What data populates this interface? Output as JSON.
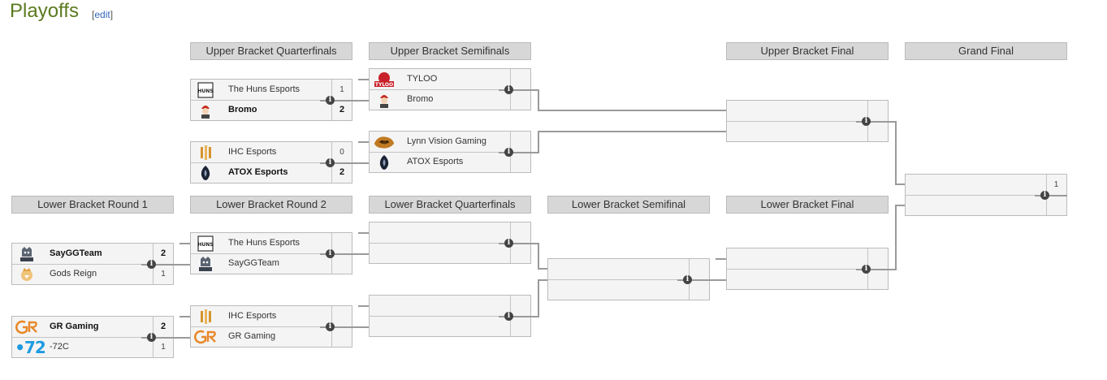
{
  "page": {
    "title": "Playoffs",
    "edit_label": "edit",
    "edit_bracket_open": "[",
    "edit_bracket_close": "]"
  },
  "headers": {
    "ubqf": "Upper Bracket Quarterfinals",
    "ubsf": "Upper Bracket Semifinals",
    "ubf": "Upper Bracket Final",
    "gf": "Grand Final",
    "lbr1": "Lower Bracket Round 1",
    "lbr2": "Lower Bracket Round 2",
    "lbqf": "Lower Bracket Quarterfinals",
    "lbsf": "Lower Bracket Semifinal",
    "lbf": "Lower Bracket Final"
  },
  "info_glyph": "i",
  "matches": {
    "ubqf1": {
      "t1": "The Huns Esports",
      "s1": "1",
      "t2": "Bromo",
      "s2": "2"
    },
    "ubqf2": {
      "t1": "IHC Esports",
      "s1": "0",
      "t2": "ATOX Esports",
      "s2": "2"
    },
    "ubsf1": {
      "t1": "TYLOO",
      "t2": "Bromo"
    },
    "ubsf2": {
      "t1": "Lynn Vision Gaming",
      "t2": "ATOX Esports"
    },
    "lbr1_1": {
      "t1": "SayGGTeam",
      "s1": "2",
      "t2": "Gods Reign",
      "s2": "1"
    },
    "lbr1_2": {
      "t1": "GR Gaming",
      "s1": "2",
      "t2": "-72C",
      "s2": "1"
    },
    "lbr2_1": {
      "t1": "The Huns Esports",
      "t2": "SayGGTeam"
    },
    "lbr2_2": {
      "t1": "IHC Esports",
      "t2": "GR Gaming"
    },
    "gf": {
      "s1": "1"
    }
  },
  "logo_text": {
    "huns": "HUNS",
    "tyloo": "TYLOO",
    "seventytwo": "•72"
  },
  "colors": {
    "title": "#5b7a1f",
    "link": "#3366bb",
    "header_bg": "#d7d7d7",
    "match_bg": "#f4f4f4",
    "line": "#9a9a9a",
    "gr_orange": "#e8892b",
    "ihc_gold": "#d6952e",
    "c72_blue": "#1e9be0"
  }
}
